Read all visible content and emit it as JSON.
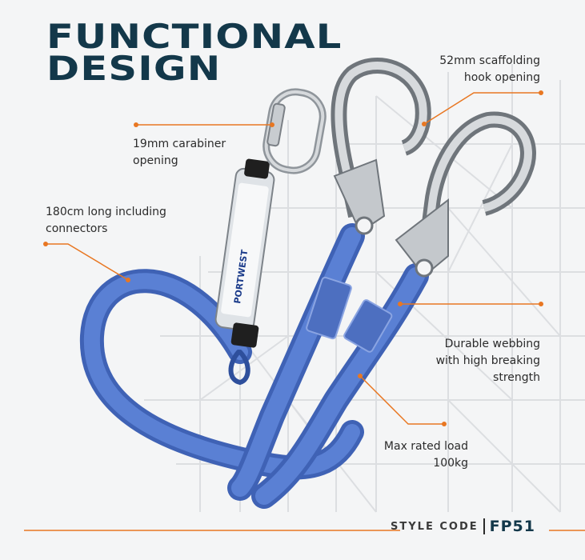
{
  "headline": {
    "line1": "FUNCTIONAL",
    "line2": "DESIGN"
  },
  "callouts": {
    "hook": {
      "line1": "52mm scaffolding",
      "line2": "hook opening"
    },
    "carabiner": {
      "line1": "19mm carabiner",
      "line2": "opening"
    },
    "length": {
      "line1": "180cm long including",
      "line2": "connectors"
    },
    "webbing": {
      "line1": "Durable webbing",
      "line2": "with high breaking",
      "line3": "strength"
    },
    "load": {
      "line1": "Max rated load",
      "line2": "100kg"
    }
  },
  "absorber_brand": "PORTWEST",
  "footer": {
    "style_label": "STYLE CODE",
    "style_code": "FP51"
  },
  "colors": {
    "title": "#13384a",
    "accent": "#e87722",
    "webbing": "#4a6fc4",
    "metal": "#a9adb3"
  },
  "icons": [
    "carabiner-icon",
    "scaffold-hook-icon",
    "shock-absorber-icon",
    "lanyard-webbing-icon"
  ]
}
